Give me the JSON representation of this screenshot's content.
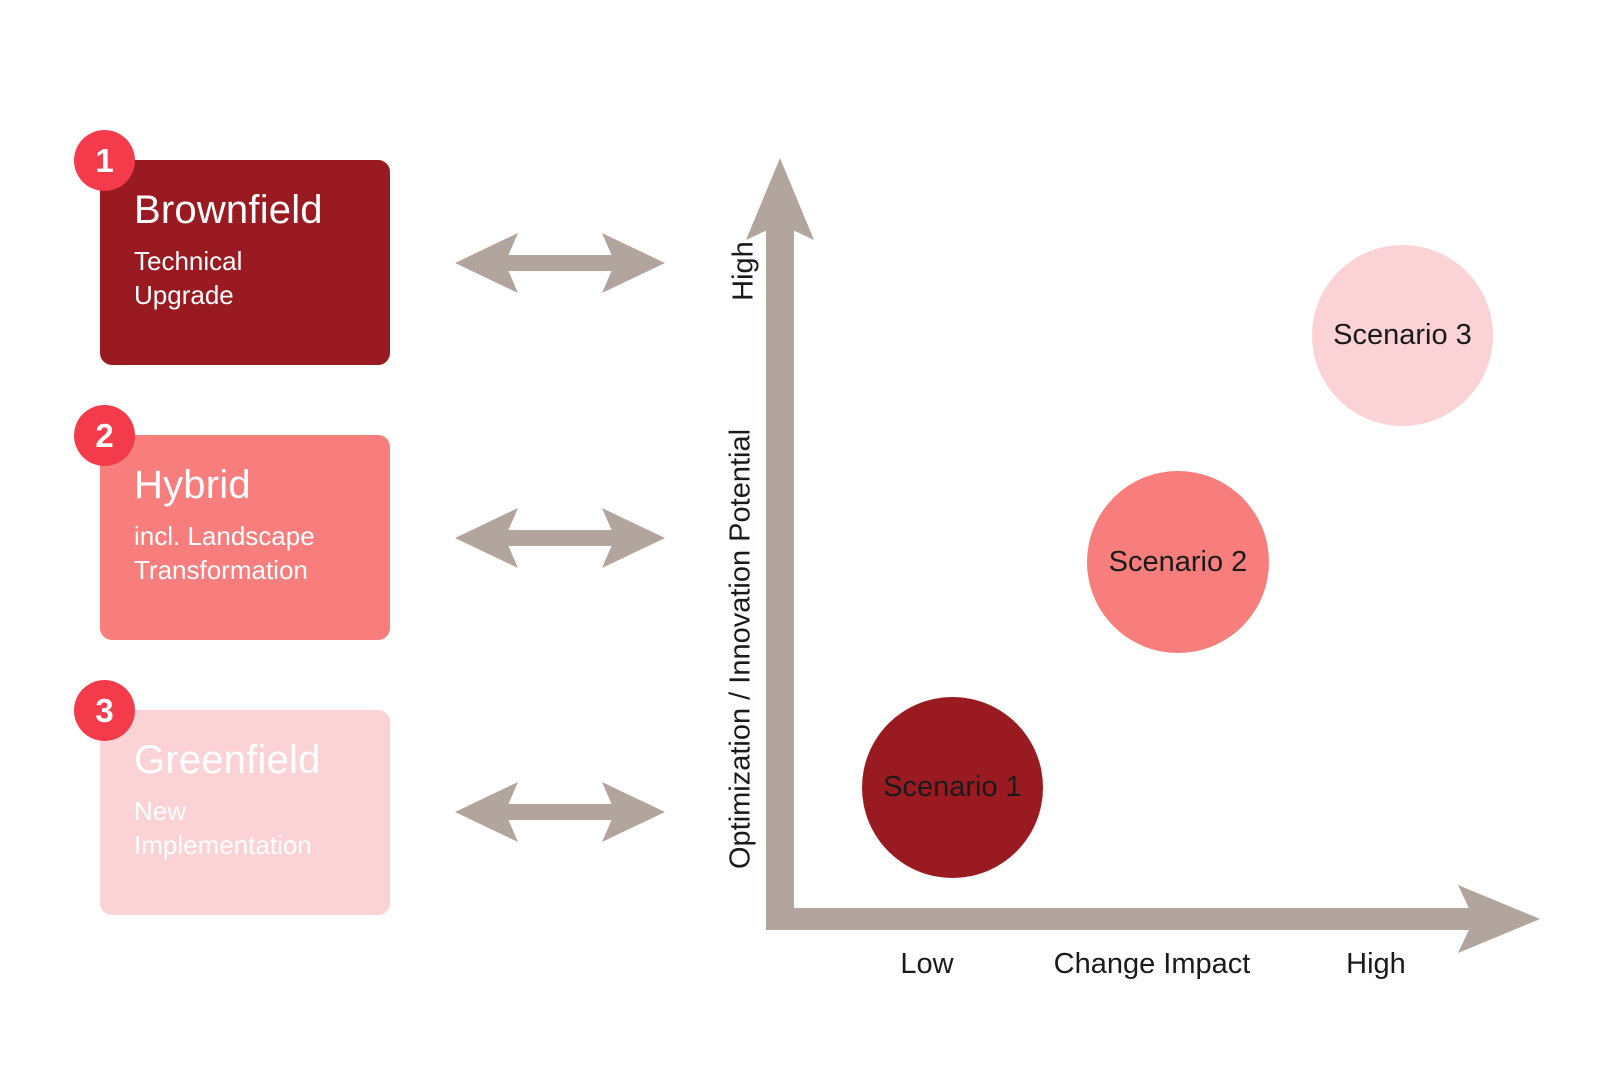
{
  "colors": {
    "background": "#FFFFFF",
    "card_dark_red": "#9A1A22",
    "card_mid_pink": "#F87D7D",
    "card_light_pink": "#FBD2D6",
    "badge_red": "#F43B4B",
    "arrow_taupe": "#B1A59E",
    "text_dark": "#1A1A1A",
    "text_on_card": "#FFFFFF"
  },
  "options": [
    {
      "number": "1",
      "title": "Brownfield",
      "subtitle_lines": [
        "Technical",
        "Upgrade"
      ]
    },
    {
      "number": "2",
      "title": "Hybrid",
      "subtitle_lines": [
        "incl. Landscape",
        "Transformation"
      ]
    },
    {
      "number": "3",
      "title": "Greenfield",
      "subtitle_lines": [
        "New",
        "Implementation"
      ]
    }
  ],
  "chart_data": {
    "type": "scatter",
    "title": "",
    "xlabel": "Change Impact",
    "ylabel": "Optimization / Innovation Potential",
    "x_axis_ticks": [
      "Low",
      "High"
    ],
    "y_axis_ticks": [
      "High"
    ],
    "grid": false,
    "legend": false,
    "axis_range_qualitative": {
      "x": [
        "Low",
        "High"
      ],
      "y": [
        "Low",
        "High"
      ]
    },
    "points": [
      {
        "label": "Scenario 1",
        "x_frac": 0.23,
        "y_frac": 0.17,
        "x_qualitative": "low",
        "y_qualitative": "low",
        "radius_px": 90,
        "color": "#9A1A22"
      },
      {
        "label": "Scenario 2",
        "x_frac": 0.52,
        "y_frac": 0.47,
        "x_qualitative": "medium",
        "y_qualitative": "medium",
        "radius_px": 91,
        "color": "#F87D7D"
      },
      {
        "label": "Scenario 3",
        "x_frac": 0.82,
        "y_frac": 0.77,
        "x_qualitative": "high",
        "y_qualitative": "high",
        "radius_px": 90,
        "color": "#FBD2D6"
      }
    ]
  }
}
